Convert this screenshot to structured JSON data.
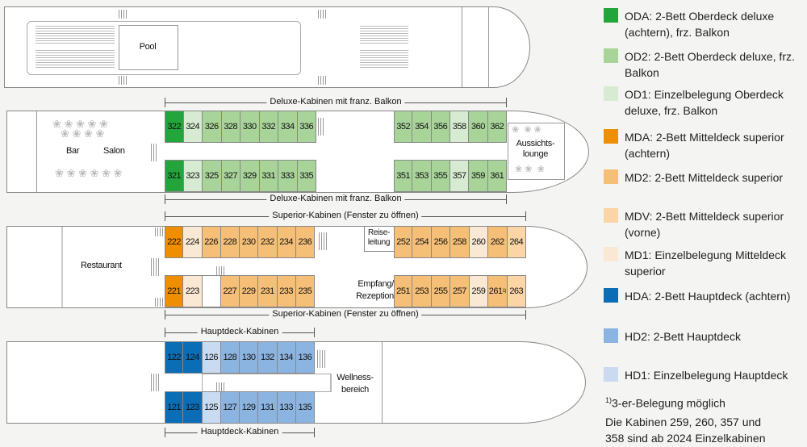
{
  "legend": [
    {
      "code": "ODA",
      "text": "ODA: 2-Bett Oberdeck deluxe (achtern), frz. Balkon",
      "color": "#22a53a"
    },
    {
      "code": "OD2",
      "text": "OD2: 2-Bett Oberdeck deluxe, frz. Balkon",
      "color": "#a8d49a"
    },
    {
      "code": "OD1",
      "text": "OD1: Einzelbelegung Oberdeck deluxe, frz. Balkon",
      "color": "#d7ebd2"
    },
    {
      "code": "MDA",
      "text": "MDA: 2-Bett Mitteldeck superior (achtern)",
      "color": "#ef8f00"
    },
    {
      "code": "MD2",
      "text": "MD2: 2-Bett Mitteldeck superior",
      "color": "#f5bf78"
    },
    {
      "code": "MDV",
      "text": "MDV: 2-Bett Mitteldeck superior (vorne)",
      "color": "#fbd5a6"
    },
    {
      "code": "MD1",
      "text": "MD1: Einzelbelegung Mitteldeck superior",
      "color": "#fbe8d4"
    },
    {
      "code": "HDA",
      "text": "HDA: 2-Bett Hauptdeck (achtern)",
      "color": "#0a6db6"
    },
    {
      "code": "HD2",
      "text": "HD2: 2-Bett Hauptdeck",
      "color": "#8cb4e0"
    },
    {
      "code": "HD1",
      "text": "HD1: Einzelbelegung Hauptdeck",
      "color": "#c9daf1"
    }
  ],
  "footnote": {
    "mark": "1)",
    "text": "3-er-Belegung möglich"
  },
  "note": [
    "Die Kabinen 259, 260, 357 und",
    "358 sind ab 2024 Einzelkabinen"
  ],
  "areas": {
    "pool": "Pool",
    "bar": "Bar",
    "salon": "Salon",
    "lounge": [
      "Aussichts-",
      "lounge"
    ],
    "restaurant": "Restaurant",
    "reiseleitung": [
      "Reise-",
      "leitung"
    ],
    "empfang": [
      "Empfang/",
      "Rezeption"
    ],
    "wellness": [
      "Wellness-",
      "bereich"
    ]
  },
  "dimensions": {
    "deluxe": "Deluxe-Kabinen mit franz. Balkon",
    "superior": "Superior-Kabinen (Fenster zu öffnen)",
    "hauptdeck": "Hauptdeck-Kabinen"
  },
  "cabins": {
    "od_left_top": [
      [
        "322",
        "ODA"
      ],
      [
        "324",
        "OD1"
      ],
      [
        "326",
        "OD2"
      ],
      [
        "328",
        "OD2"
      ],
      [
        "330",
        "OD2"
      ],
      [
        "332",
        "OD2"
      ],
      [
        "334",
        "OD2"
      ],
      [
        "336",
        "OD2"
      ]
    ],
    "od_left_bottom": [
      [
        "321",
        "ODA"
      ],
      [
        "323",
        "OD1"
      ],
      [
        "325",
        "OD2"
      ],
      [
        "327",
        "OD2"
      ],
      [
        "329",
        "OD2"
      ],
      [
        "331",
        "OD2"
      ],
      [
        "333",
        "OD2"
      ],
      [
        "335",
        "OD2"
      ]
    ],
    "od_right_top": [
      [
        "352",
        "OD2"
      ],
      [
        "354",
        "OD2"
      ],
      [
        "356",
        "OD2"
      ],
      [
        "358",
        "OD1"
      ],
      [
        "360",
        "OD2"
      ],
      [
        "362",
        "OD2"
      ]
    ],
    "od_right_bottom": [
      [
        "351",
        "OD2"
      ],
      [
        "353",
        "OD2"
      ],
      [
        "355",
        "OD2"
      ],
      [
        "357",
        "OD1"
      ],
      [
        "359",
        "OD2"
      ],
      [
        "361",
        "OD2"
      ]
    ],
    "md_left_top": [
      [
        "222",
        "MDA"
      ],
      [
        "224",
        "MD1"
      ],
      [
        "226",
        "MD2"
      ],
      [
        "228",
        "MD2"
      ],
      [
        "230",
        "MD2"
      ],
      [
        "232",
        "MD2"
      ],
      [
        "234",
        "MD2"
      ],
      [
        "236",
        "MD2"
      ]
    ],
    "md_left_bottom": [
      [
        "221",
        "MDA"
      ],
      [
        "223",
        "MD1"
      ],
      [
        "",
        ""
      ],
      [
        "227",
        "MD2"
      ],
      [
        "229",
        "MD2"
      ],
      [
        "231",
        "MD2"
      ],
      [
        "233",
        "MD2"
      ],
      [
        "235",
        "MD2"
      ]
    ],
    "md_right_top": [
      [
        "252",
        "MD2"
      ],
      [
        "254",
        "MD2"
      ],
      [
        "256",
        "MD2"
      ],
      [
        "258",
        "MD2"
      ],
      [
        "260",
        "MD1"
      ],
      [
        "262",
        "MD2"
      ],
      [
        "264",
        "MDV"
      ]
    ],
    "md_right_bottom": [
      [
        "251",
        "MD2"
      ],
      [
        "253",
        "MD2"
      ],
      [
        "255",
        "MD2"
      ],
      [
        "257",
        "MD2"
      ],
      [
        "259",
        "MD1"
      ],
      [
        "261",
        "MD2",
        "1)"
      ],
      [
        "263",
        "MDV"
      ]
    ],
    "hd_top": [
      [
        "122",
        "HDA"
      ],
      [
        "124",
        "HDA"
      ],
      [
        "126",
        "HD1"
      ],
      [
        "128",
        "HD2"
      ],
      [
        "130",
        "HD2"
      ],
      [
        "132",
        "HD2"
      ],
      [
        "134",
        "HD2"
      ],
      [
        "136",
        "HD2"
      ]
    ],
    "hd_bottom": [
      [
        "121",
        "HDA"
      ],
      [
        "123",
        "HDA"
      ],
      [
        "125",
        "HD1"
      ],
      [
        "127",
        "HD2"
      ],
      [
        "129",
        "HD2"
      ],
      [
        "131",
        "HD2"
      ],
      [
        "133",
        "HD2"
      ],
      [
        "135",
        "HD2"
      ]
    ]
  }
}
